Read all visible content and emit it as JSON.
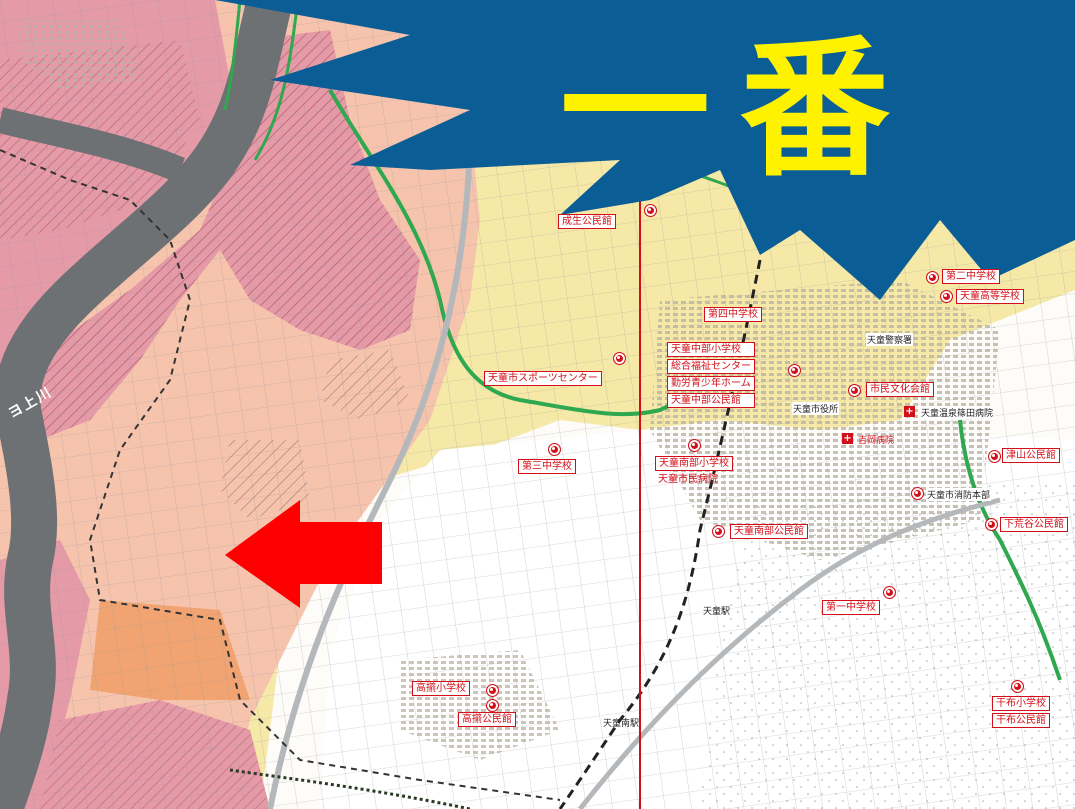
{
  "headline": {
    "text": "一番",
    "text_color": "#fff200",
    "banner_color": "#0b5d96"
  },
  "arrow": {
    "color": "#ff0000",
    "icon": "left-arrow-icon"
  },
  "river": {
    "label": "ヨ上川"
  },
  "facilities": {
    "seisei_hall": "成生公民館",
    "dai4_jhs": "第四中学校",
    "sports_center": "天童市スポーツセンター",
    "dai3_jhs": "第三中学校",
    "dai1_jhs": "第一中学校",
    "takatama_es": "高擶小学校",
    "takatama_hall": "高擶公民館",
    "hatagi_es": "干布小学校",
    "hatagi_hall": "干布公民館",
    "city_hall": "天童市役所",
    "civic_culture": "市民文化会館",
    "onsen_hospital": "天童温泉篠田病院",
    "yoshida_hospital": "吉岡病院",
    "fire_hq": "天童市消防本部",
    "tsuyama_hall": "津山公民館",
    "nanbu_hall": "天童南部公民館",
    "shimoaota_hall": "下荒谷公民館",
    "dai2_jhs": "第二中学校",
    "tendo_hs": "天童高等学校",
    "police": "天童警察署",
    "tendo_station": "天童駅",
    "south_station": "天童南駅",
    "chubu_group": [
      "天童中部小学校",
      "総合福祉センター",
      "勤労青少年ホーム",
      "天童中部公民館"
    ],
    "nanbu_group": [
      "天童南部小学校",
      "天童市民病院"
    ]
  },
  "colors": {
    "flood_deep": "#e59aa8",
    "flood_mid": "#f6c3ad",
    "flood_shallow": "#f6e9a8",
    "river": "#6e7173",
    "boundary_green": "#2fa84f",
    "label_red": "#d3101a"
  }
}
